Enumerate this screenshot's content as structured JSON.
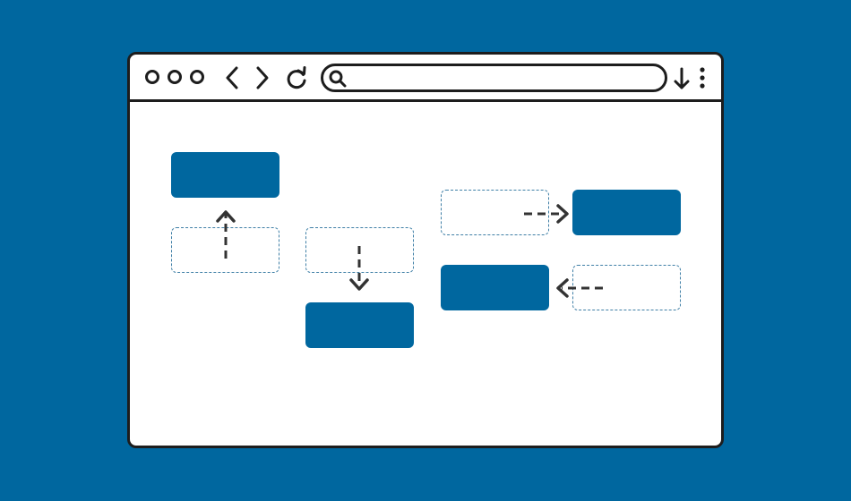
{
  "colors": {
    "background": "#00679f",
    "window_fill": "#ffffff",
    "outline": "#1d1d1d",
    "box_fill": "#00679f",
    "placeholder_border": "#3f7fa6",
    "arrow": "#333333"
  },
  "toolbar": {
    "address_value": "",
    "icons": {
      "back": "chevron-left-icon",
      "forward": "chevron-right-icon",
      "reload": "reload-icon",
      "search": "search-icon",
      "download": "download-icon",
      "menu": "kebab-menu-icon"
    }
  },
  "diagram": {
    "moves": [
      {
        "direction": "up"
      },
      {
        "direction": "down"
      },
      {
        "direction": "right"
      },
      {
        "direction": "left"
      }
    ]
  }
}
